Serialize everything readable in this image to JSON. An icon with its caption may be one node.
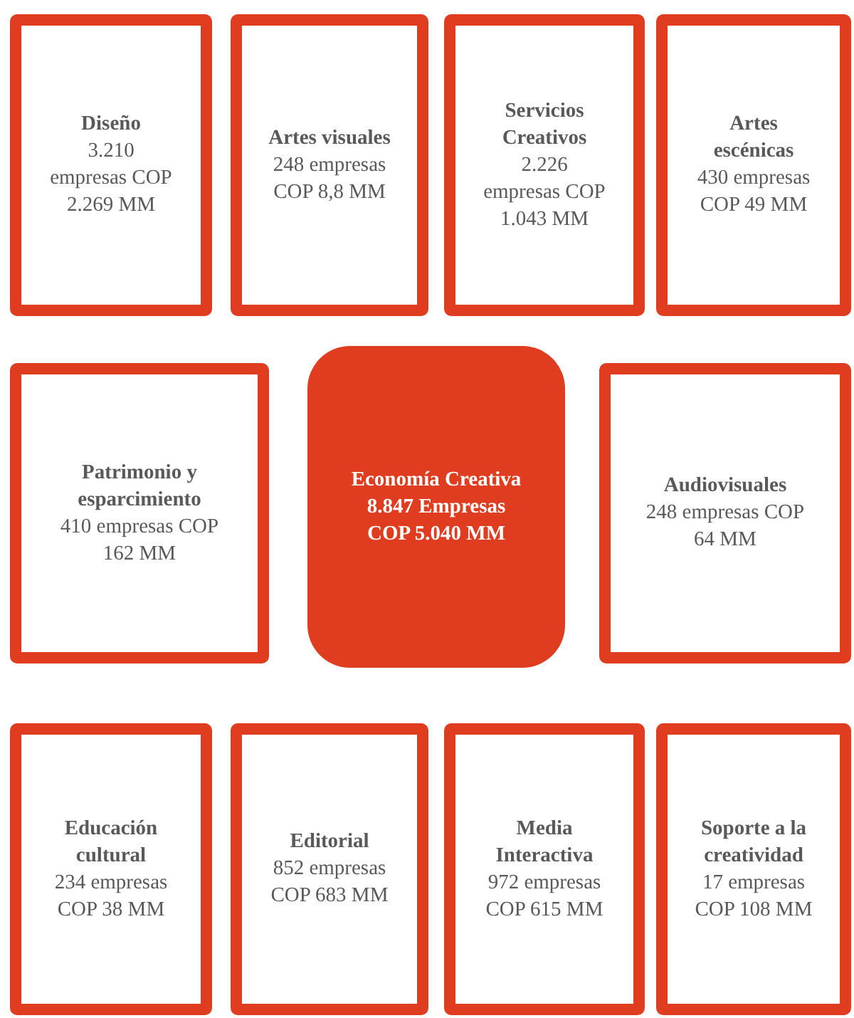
{
  "diagram": {
    "nodes": [
      {
        "text": [
          "Diseño",
          "3.210 empresas COP 2.269 MM"
        ]
      },
      {
        "text": [
          "Artes visuales",
          "248 empresas COP 8,8 MM"
        ]
      },
      {
        "text": [
          "Servicios Creativos",
          "2.226 empresas COP 1.043 MM"
        ]
      },
      {
        "text": [
          "Artes escénicas",
          "430 empresas COP 49 MM"
        ]
      },
      {
        "text": [
          "Patrimonio y esparcimiento",
          "410 empresas COP 162 MM"
        ]
      },
      {
        "text": [
          "Economía Creativa",
          "8.847 Empresas COP 5.040 MM"
        ]
      },
      {
        "text": [
          "Audiovisuales",
          "248 empresas COP 64 MM"
        ]
      },
      {
        "text": [
          "Educación cultural",
          "234 empresas COP 38 MM"
        ]
      },
      {
        "text": [
          "Editorial",
          "852 empresas COP 683 MM"
        ]
      },
      {
        "text": [
          "Media Interactiva",
          "972 empresas COP 615 MM"
        ]
      },
      {
        "text": [
          "Soporte a la creatividad",
          "17 empresas COP 108 MM"
        ]
      }
    ]
  }
}
